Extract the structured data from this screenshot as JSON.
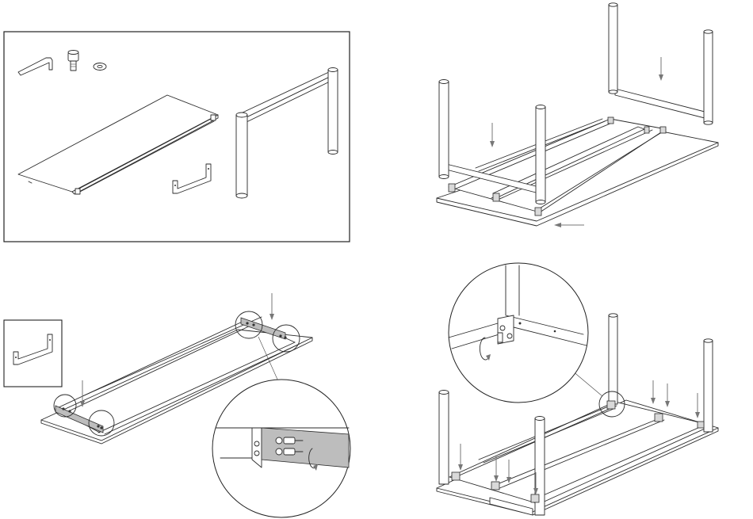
{
  "document": {
    "type": "assembly-instructions",
    "steps": [
      {
        "id": "parts-overview",
        "parts": [
          "allen-key",
          "bolt",
          "washer",
          "tabletop",
          "bracket",
          "leg-frame"
        ]
      },
      {
        "id": "attach-legs"
      },
      {
        "id": "attach-brackets"
      },
      {
        "id": "tighten-screws"
      }
    ]
  },
  "colors": {
    "line": "#2a2a2a",
    "highlight": "#d9d9d9",
    "arrow": "#777777",
    "background": "#ffffff"
  }
}
